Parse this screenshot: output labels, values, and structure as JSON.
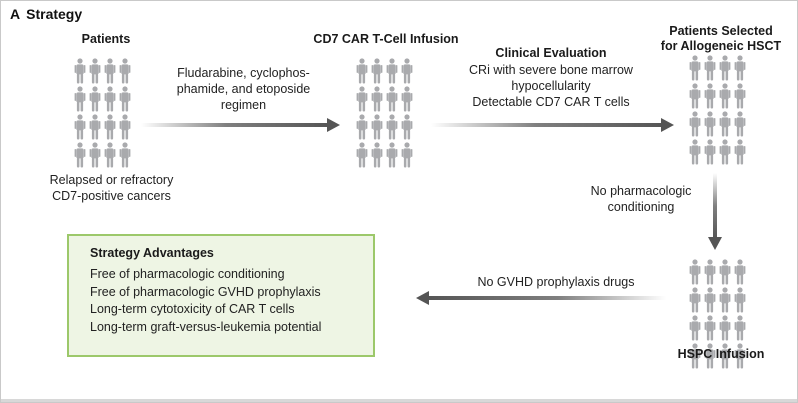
{
  "panel": {
    "letter": "A",
    "title": "Strategy"
  },
  "patients": {
    "heading": "Patients",
    "caption": [
      "Relapsed or refractory",
      "CD7-positive cancers"
    ]
  },
  "infusion": {
    "heading": "CD7 CAR T-Cell Infusion"
  },
  "selected": {
    "heading": [
      "Patients Selected",
      "for Allogeneic HSCT"
    ]
  },
  "hspc": {
    "heading": "HSPC Infusion"
  },
  "arrows": {
    "regimen": [
      "Fludarabine, cyclophos-",
      "phamide, and etoposide",
      "regimen"
    ],
    "evaluation_heading": "Clinical Evaluation",
    "evaluation": [
      "CRi with severe bone marrow",
      "hypocellularity",
      "Detectable CD7 CAR T cells"
    ],
    "conditioning": [
      "No pharmacologic",
      "conditioning"
    ],
    "gvhd": "No GVHD prophylaxis drugs"
  },
  "advantages": {
    "title": "Strategy Advantages",
    "items": [
      "Free of pharmacologic conditioning",
      "Free of pharmacologic GVHD prophylaxis",
      "Long-term cytotoxicity of CAR T cells",
      "Long-term graft-versus-leukemia potential"
    ]
  },
  "colors": {
    "person": "#a9aaad",
    "arrow": "#555555",
    "box_border": "#9cc86a",
    "box_fill": "#eef5e4"
  },
  "icons": {
    "person": "person-icon"
  }
}
